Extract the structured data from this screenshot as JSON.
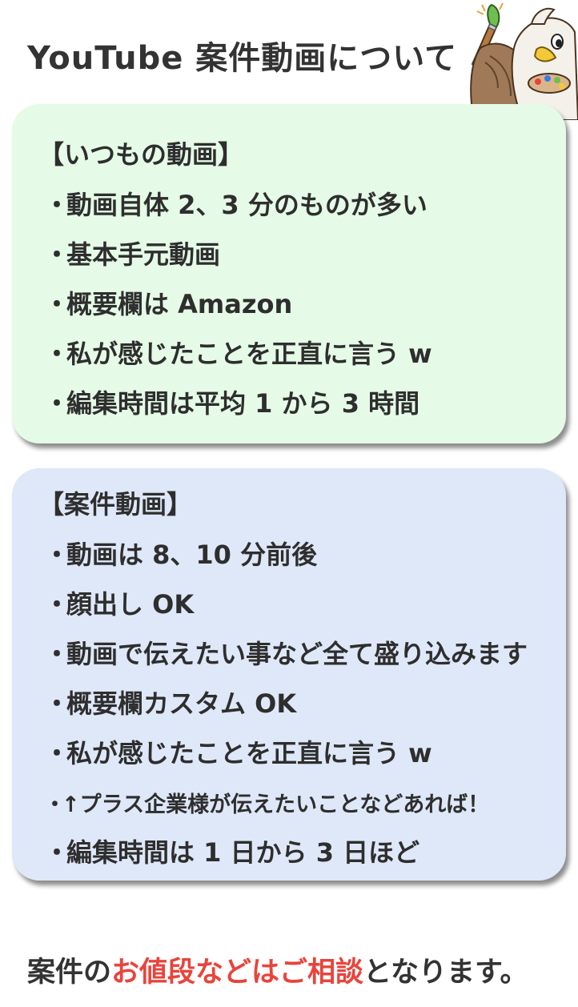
{
  "title": "YouTube 案件動画について",
  "usual_section": {
    "heading": "【いつもの動画】",
    "bullet": "・",
    "items": [
      "動画自体 2、3 分のものが多い",
      "基本手元動画",
      "概要欄は Amazon",
      "私が感じたことを正直に言う w",
      "編集時間は平均 1 から 3 時間"
    ]
  },
  "project_section": {
    "heading": "【案件動画】",
    "bullet": "・",
    "items": [
      "動画は 8、10 分前後",
      "顔出し OK",
      "動画で伝えたい事など全て盛り込みます",
      "概要欄カスタム OK",
      "私が感じたことを正直に言う w",
      "↑プラス企業様が伝えたいことなどあれば！",
      "編集時間は 1 日から 3 日ほど"
    ]
  },
  "footer": {
    "part1": "案件の",
    "part2": "お値段などはご相談",
    "part3": "となります。"
  },
  "colors": {
    "accent": "#e8443c",
    "green_card": "#e5fbe7",
    "blue_card": "#dfe8f8",
    "text": "#2e2e2e"
  },
  "icons": {
    "mascot": "bird-painter-mascot-icon"
  }
}
